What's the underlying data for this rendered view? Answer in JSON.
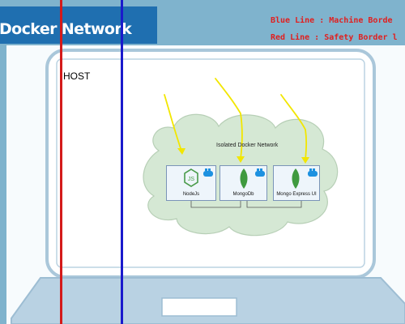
{
  "header": {
    "title": "Docker Network"
  },
  "legend": {
    "blue_line": "Blue Line : Machine Borde",
    "red_line": "Red Line : Safety Border l"
  },
  "diagram": {
    "host_label": "HOST",
    "network_label": "Isolated Docker Network",
    "containers": [
      {
        "label": "NodeJs",
        "icon": "nodejs-icon"
      },
      {
        "label": "MongoDb",
        "icon": "mongodb-leaf-icon"
      },
      {
        "label": "Mongo Express UI",
        "icon": "mongodb-leaf-icon"
      }
    ]
  },
  "colors": {
    "background": "#7fb3cd",
    "title_banner": "#1f6fb0",
    "legend_text": "#e02020",
    "red_line": "#d41a1a",
    "blue_line": "#1a1acc",
    "cloud": "#d5e8d4",
    "arrows": "#f2e600"
  }
}
